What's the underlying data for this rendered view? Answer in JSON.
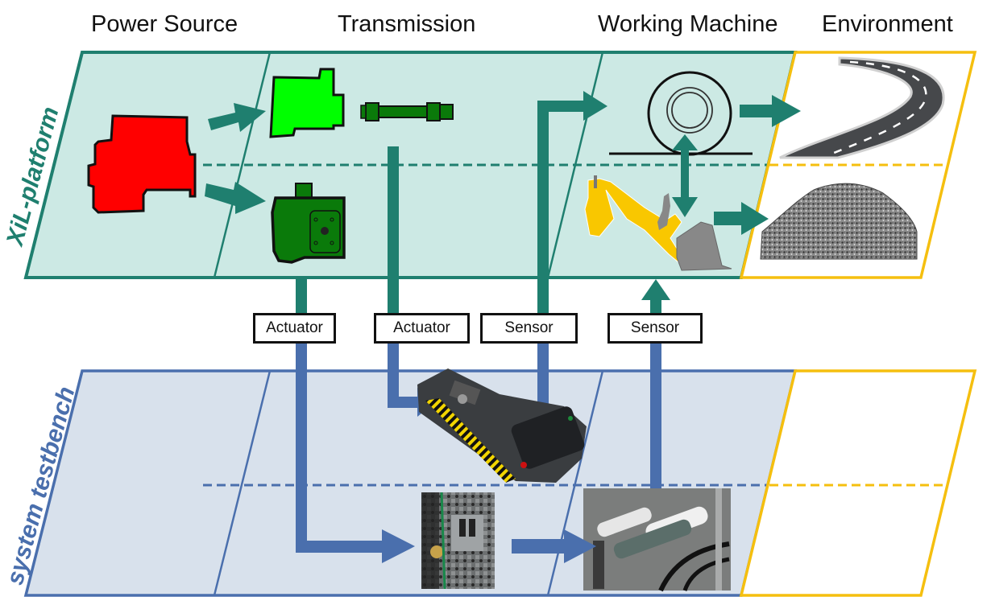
{
  "columns": [
    {
      "id": "power_source",
      "label": "Power Source"
    },
    {
      "id": "transmission",
      "label": "Transmission"
    },
    {
      "id": "working_machine",
      "label": "Working Machine"
    },
    {
      "id": "environment",
      "label": "Environment"
    }
  ],
  "layers": {
    "xil": {
      "label": "XiL-platform",
      "color": "#1f7f6f",
      "fill": "#cce9e4"
    },
    "testbench": {
      "label": "system testbench",
      "color": "#4a6fad",
      "fill": "#d8e1ec"
    },
    "environment": {
      "color": "#f5bf0f",
      "fill": "#ffffff"
    }
  },
  "interfaces": [
    {
      "label": "Actuator",
      "direction": "down"
    },
    {
      "label": "Actuator",
      "direction": "down"
    },
    {
      "label": "Sensor",
      "direction": "up"
    },
    {
      "label": "Sensor",
      "direction": "up"
    }
  ],
  "components": {
    "engine": {
      "name": "combustion engine",
      "color": "#ff0000"
    },
    "gearbox": {
      "name": "gearbox",
      "color": "#00ff00"
    },
    "shaft": {
      "name": "drive shaft",
      "color": "#0a7a0a"
    },
    "hydraulic_pump": {
      "name": "hydraulic pump",
      "color": "#0a7a0a"
    },
    "wheel": {
      "name": "wheel"
    },
    "loader_arm": {
      "name": "wheel loader arm",
      "color": "#f9c700"
    },
    "road": {
      "name": "road"
    },
    "gravel_pile": {
      "name": "gravel pile"
    },
    "drivetrain_bench_photo": {
      "name": "drivetrain test bench photo"
    },
    "valve_block_photo": {
      "name": "hydraulic valve block photo"
    },
    "cylinder_bench_photo": {
      "name": "hydraulic cylinder test bench photo"
    }
  }
}
